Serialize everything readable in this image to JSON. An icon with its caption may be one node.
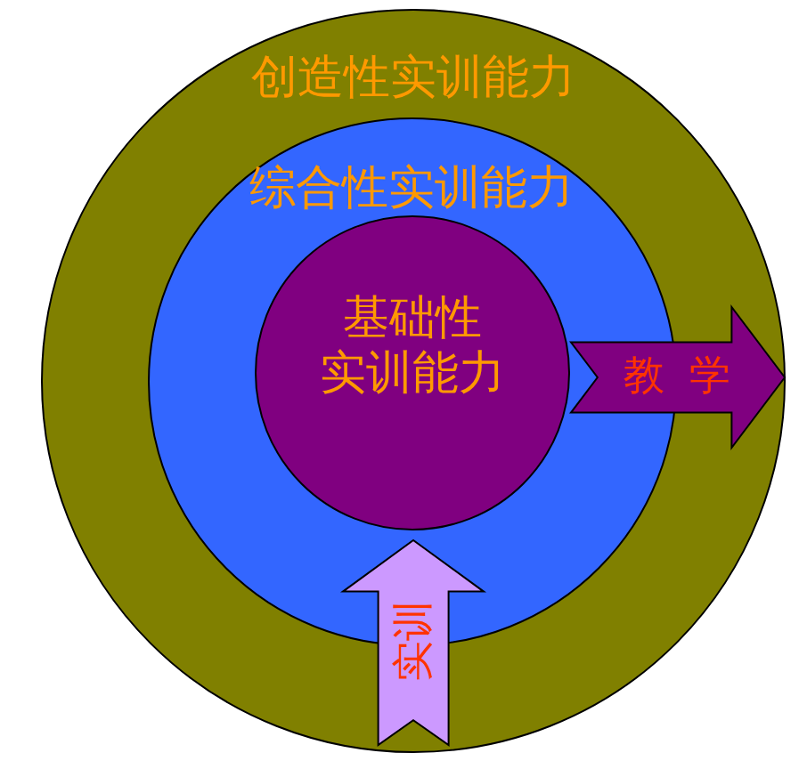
{
  "diagram": {
    "nodes": [
      {
        "text": [
          "创造性实训能力"
        ]
      },
      {
        "text": [
          "综合性实训能力"
        ],
        "in": 0
      },
      {
        "text": [
          "基础性实训能力"
        ],
        "in": 1
      },
      {
        "text": [
          "教 学"
        ],
        "in": 0
      },
      {
        "text": [
          "实训"
        ],
        "in": 0
      }
    ]
  }
}
